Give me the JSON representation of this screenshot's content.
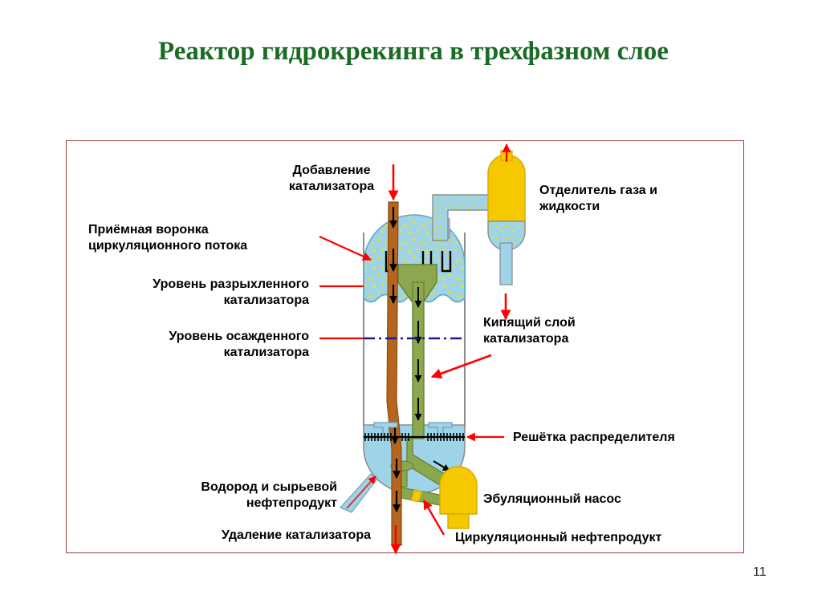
{
  "slide": {
    "title": "Реактор гидрокрекинга в трехфазном слое",
    "page_number": "11",
    "title_color": "#1a6b25",
    "frame_border_color": "#9e3b3b"
  },
  "labels": {
    "catalyst_addition": "Добавление\nкатализатора",
    "recycle_cup": "Приёмная воронка\nциркуляционного потока",
    "expanded_level": "Уровень разрыхленного\nкатализатора",
    "settled_level": "Уровень осажденного\nкатализатора",
    "gas_liquid_separator": "Отделитель газа и\nжидкости",
    "ebullated_bed": "Кипящий слой\nкатализатора",
    "distributor_grid": "Решётка распределителя",
    "hydrogen_feed": "Водород и сырьевой\nнефтепродукт",
    "catalyst_removal": "Удаление катализатора",
    "ebullating_pump": "Эбуляционный насос",
    "recycle_oil": "Циркуляционный нефтепродукт"
  },
  "diagram": {
    "colors": {
      "fluid_blue": "#9fd4e8",
      "fluid_outline": "#8a8f94",
      "speck_yellow": "#e8e02a",
      "catalyst_pipe_brown": "#b5651d",
      "downcomer_green": "#8ca84e",
      "pump_yellow": "#f5c800",
      "arrow_red": "#ff0000",
      "level_line_navy": "#1a1a8c",
      "wall_gray": "#8a8f94",
      "grid_black": "#000000"
    },
    "elements": [
      "reactor-vessel",
      "catalyst-addition-pipe",
      "recycle-cup-funnel",
      "downcomer-pipe",
      "distributor-grid",
      "gas-liquid-separator",
      "ebullating-pump",
      "feed-inlet-arrow",
      "settled-catalyst-level-line"
    ]
  }
}
